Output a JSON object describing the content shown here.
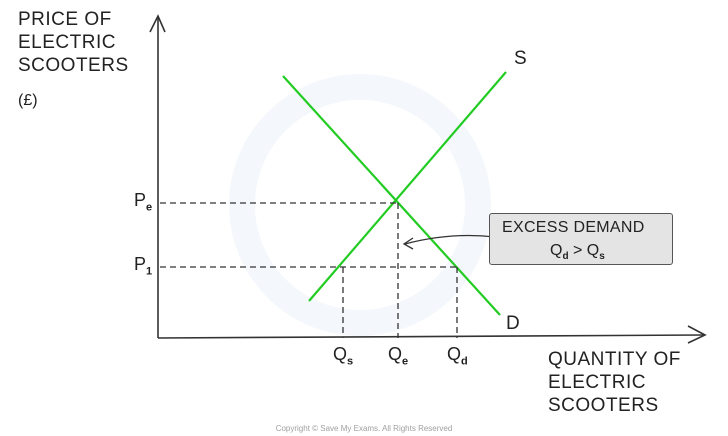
{
  "axes": {
    "y_label_lines": [
      "PRICE OF",
      "ELECTRIC",
      "SCOOTERS"
    ],
    "y_unit": "(£)",
    "x_label_lines": [
      "QUANTITY OF",
      "ELECTRIC",
      "SCOOTERS"
    ]
  },
  "curves": {
    "supply_label": "S",
    "demand_label": "D",
    "color": "#22cc22"
  },
  "price_ticks": {
    "equilibrium": {
      "base": "P",
      "sub": "e"
    },
    "below": {
      "base": "P",
      "sub": "1"
    }
  },
  "quantity_ticks": {
    "supplied": {
      "base": "Q",
      "sub": "s"
    },
    "equilibrium": {
      "base": "Q",
      "sub": "e"
    },
    "demanded": {
      "base": "Q",
      "sub": "d"
    }
  },
  "callout": {
    "title": "EXCESS DEMAND",
    "lhs": {
      "base": "Q",
      "sub": "d"
    },
    "operator": " > ",
    "rhs": {
      "base": "Q",
      "sub": "s"
    }
  },
  "footer": {
    "copyright": "Copyright © Save My Exams. All Rights Reserved"
  },
  "chart_data": {
    "type": "line",
    "series": [
      {
        "name": "S",
        "color": "#22cc22"
      },
      {
        "name": "D",
        "color": "#22cc22"
      }
    ],
    "annotations": [
      "EXCESS DEMAND",
      "Qd > Qs"
    ]
  }
}
